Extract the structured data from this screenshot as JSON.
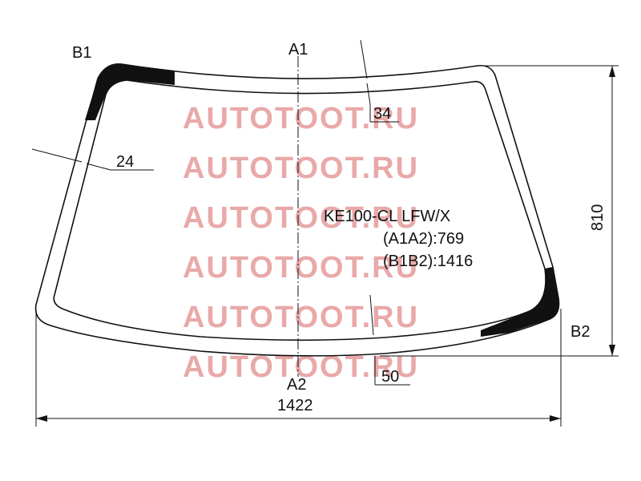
{
  "labels": {
    "a1": "A1",
    "a2": "A2",
    "b1": "B1",
    "b2": "B2"
  },
  "dimensions": {
    "top_band": "34",
    "side_band": "24",
    "bottom_band": "50",
    "height": "810",
    "width": "1422"
  },
  "info": {
    "model": "KE100-CL LFW/X",
    "a1a2": "(A1A2):769",
    "b1b2": "(B1B2):1416"
  },
  "watermark": {
    "text": "AUTOTOOT.RU",
    "color": "#e9a9a9"
  },
  "colors": {
    "line": "#111111",
    "dark_band": "#111111"
  }
}
